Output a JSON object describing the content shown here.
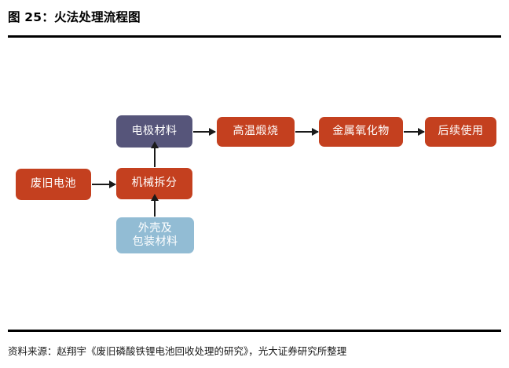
{
  "figure": {
    "title": "图 25：火法处理流程图",
    "source_note": "资料来源：赵翔宇《废旧磷酸铁锂电池回收处理的研究》，光大证券研究所整理"
  },
  "colors": {
    "red": "#C4401F",
    "purple": "#56557A",
    "blue": "#92BCD4",
    "arrow": "#1a1a1a",
    "rule": "#000000",
    "background": "#ffffff"
  },
  "chart_data": {
    "type": "diagram",
    "title": "图 25：火法处理流程图",
    "nodes": [
      {
        "id": "feijiu",
        "label": "废旧电池",
        "color": "#C4401F"
      },
      {
        "id": "jixie",
        "label": "机械拆分",
        "color": "#C4401F"
      },
      {
        "id": "waike",
        "label": "外壳及\n包装材料",
        "color": "#92BCD4"
      },
      {
        "id": "dianji",
        "label": "电极材料",
        "color": "#56557A"
      },
      {
        "id": "gaowen",
        "label": "高温煅烧",
        "color": "#C4401F"
      },
      {
        "id": "jinshu",
        "label": "金属氧化物",
        "color": "#C4401F"
      },
      {
        "id": "houxu",
        "label": "后续使用",
        "color": "#C4401F"
      }
    ],
    "edges": [
      {
        "from": "feijiu",
        "to": "jixie",
        "direction": "right"
      },
      {
        "from": "jixie",
        "to": "dianji",
        "direction": "up"
      },
      {
        "from": "waike",
        "to": "jixie",
        "direction": "up"
      },
      {
        "from": "dianji",
        "to": "gaowen",
        "direction": "right"
      },
      {
        "from": "gaowen",
        "to": "jinshu",
        "direction": "right"
      },
      {
        "from": "jinshu",
        "to": "houxu",
        "direction": "right"
      }
    ]
  }
}
